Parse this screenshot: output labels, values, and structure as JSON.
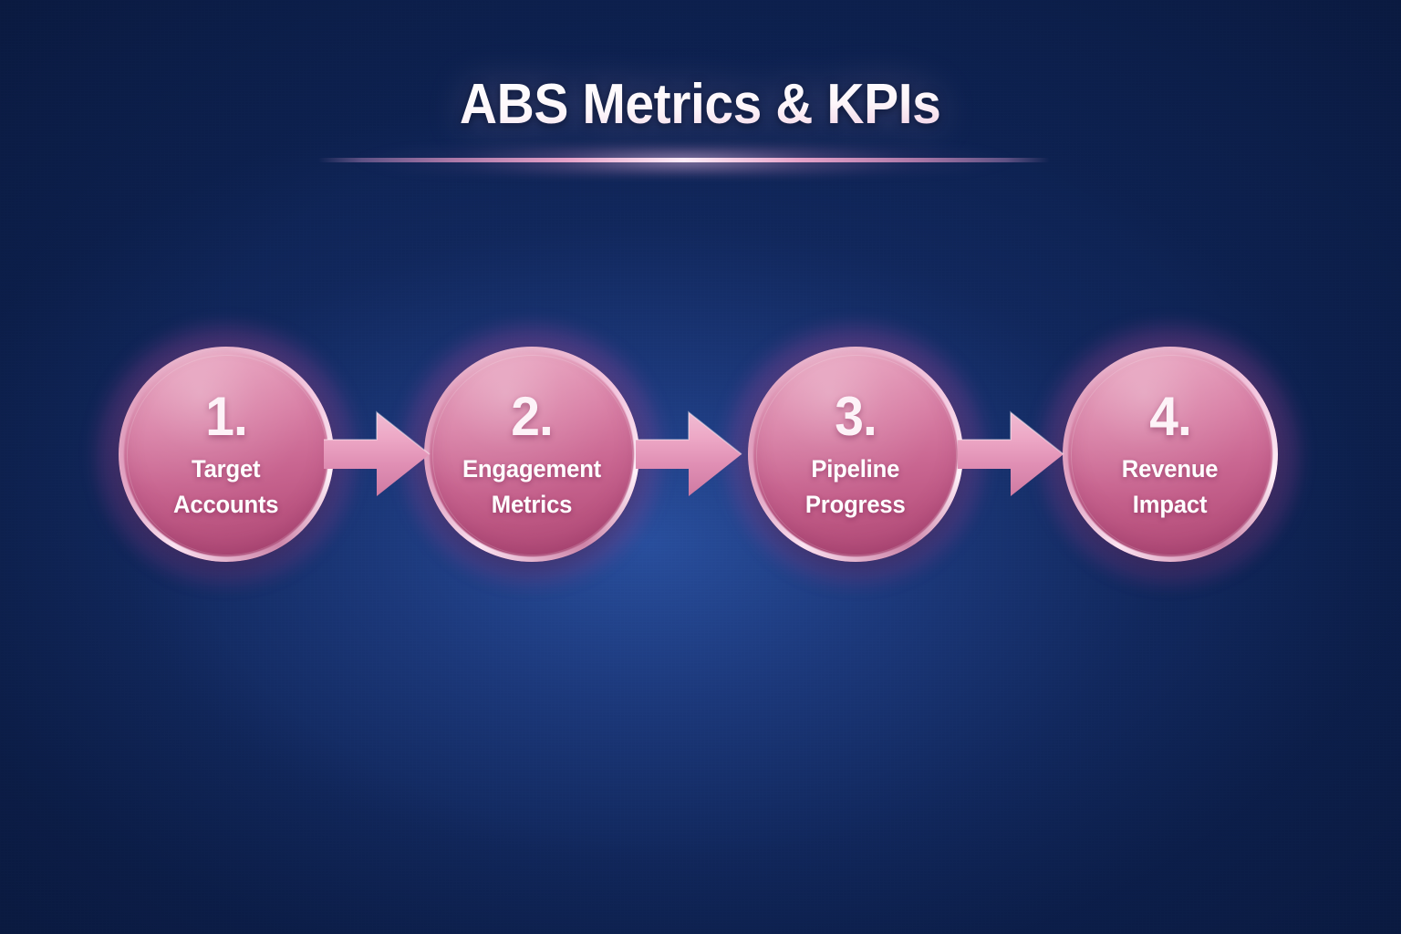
{
  "header": {
    "title": "ABS Metrics & KPIs",
    "underline_accent": "#f3aad0"
  },
  "theme": {
    "background_dark": "#0a1838",
    "background_mid": "#1d3a7a",
    "node_pink_light": "#eaa7c3",
    "node_pink_dark": "#ad4874",
    "glow_pink": "#ff78cd",
    "text_white": "#ffffff"
  },
  "flow": {
    "steps": [
      {
        "number": "1.",
        "label": "Target\nAccounts"
      },
      {
        "number": "2.",
        "label": "Engagement\nMetrics"
      },
      {
        "number": "3.",
        "label": "Pipeline\nProgress"
      },
      {
        "number": "4.",
        "label": "Revenue\nImpact"
      }
    ],
    "connectors": [
      {
        "name": "arrow-step-1-to-2"
      },
      {
        "name": "arrow-step-2-to-3"
      },
      {
        "name": "arrow-step-3-to-4"
      }
    ]
  }
}
